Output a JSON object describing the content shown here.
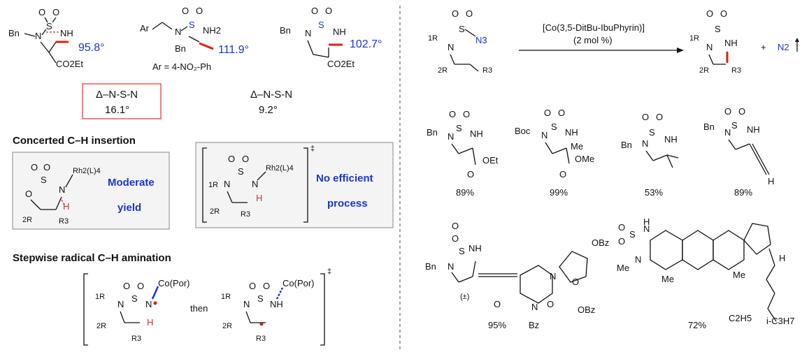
{
  "angles": {
    "a1": "95.8°",
    "a2": "111.9°",
    "a3": "102.7°"
  },
  "delta_label": "Δ–N-S-N",
  "delta1": "16.1°",
  "delta2": "9.2°",
  "ar_label": "Ar = 4-NO₂-Ph",
  "headings": {
    "concerted": "Concerted C–H insertion",
    "stepwise": "Stepwise radical C–H amination"
  },
  "concerted_box1": {
    "line1": "Moderate",
    "line2": "yield"
  },
  "concerted_box2": {
    "line1": "No efficient",
    "line2": "process"
  },
  "then_label": "then",
  "dagger": "‡",
  "reaction": {
    "catalyst": "[Co(3,5-DitBu-IbuPhyrin)]",
    "loading": "(2 mol %)",
    "byproduct": "N2"
  },
  "yields": [
    "89%",
    "99%",
    "53%",
    "89%",
    "95%",
    "72%"
  ],
  "labels": {
    "bn": "Bn",
    "boc": "Boc",
    "me": "Me",
    "co2et": "CO2Et",
    "oet": "OEt",
    "ome": "OMe",
    "r1": "1R",
    "r2": "2R",
    "r3": "R3",
    "nh": "NH",
    "nh2": "NH2",
    "n3": "N3",
    "ar": "Ar",
    "obz": "OBz",
    "bz": "Bz",
    "pm": "(±)",
    "c2h5": "C2H5",
    "ic3h7": "i-C3H7",
    "rh": "Rh2(L)4",
    "co_por": "Co(Por)",
    "h": "H"
  }
}
